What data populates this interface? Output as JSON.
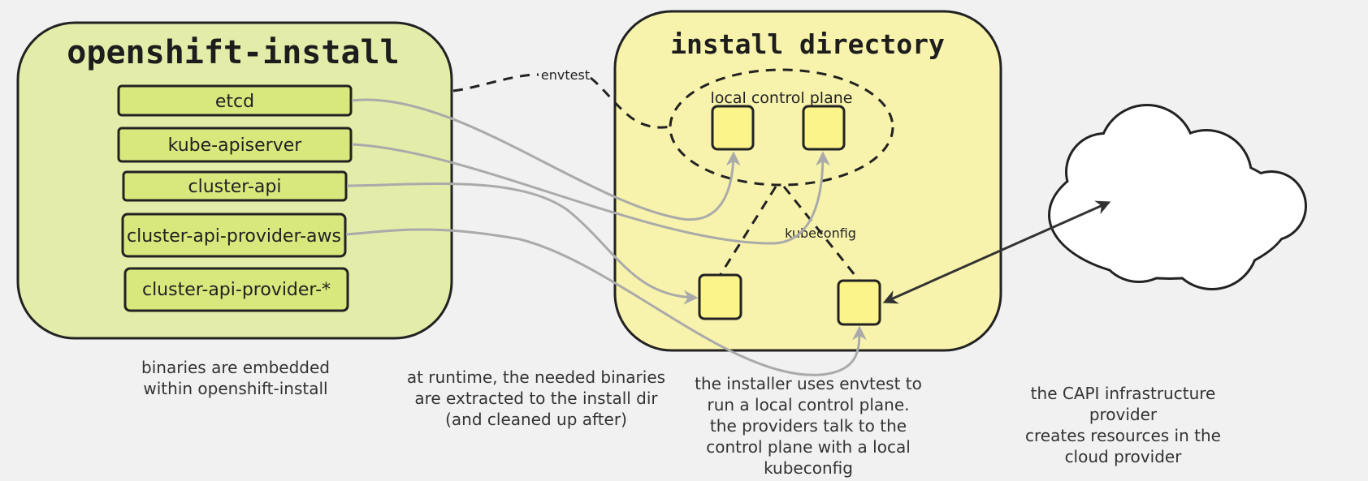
{
  "colors": {
    "background": "#f1f1f1",
    "installer_panel": "#e3eda9",
    "binary_box": "#d9e87d",
    "directory_panel": "#f8f3ac",
    "small_box": "#fbf48a",
    "gray_arrow": "#aaaaaa",
    "dark": "#222222"
  },
  "installer": {
    "title": "openshift-install",
    "binaries": [
      "etcd",
      "kube-apiserver",
      "cluster-api",
      "cluster-api-provider-aws",
      "cluster-api-provider-*"
    ]
  },
  "install_dir": {
    "title": "install directory",
    "control_plane_label": "local control plane",
    "kubeconfig_label": "kubeconfig"
  },
  "envtest_label": "envtest",
  "cloud": {
    "icon": "cloud-icon"
  },
  "captions": {
    "binaries": [
      "binaries are embedded",
      "within openshift-install"
    ],
    "runtime": [
      "at runtime, the needed binaries",
      "are extracted to the install dir",
      "(and cleaned up after)"
    ],
    "envtest": [
      "the installer uses envtest to",
      "run a local control plane.",
      "the providers talk to the",
      "control plane with a local",
      "kubeconfig"
    ],
    "capi": [
      "the CAPI infrastructure",
      "provider",
      "creates resources in the",
      "cloud provider"
    ]
  }
}
